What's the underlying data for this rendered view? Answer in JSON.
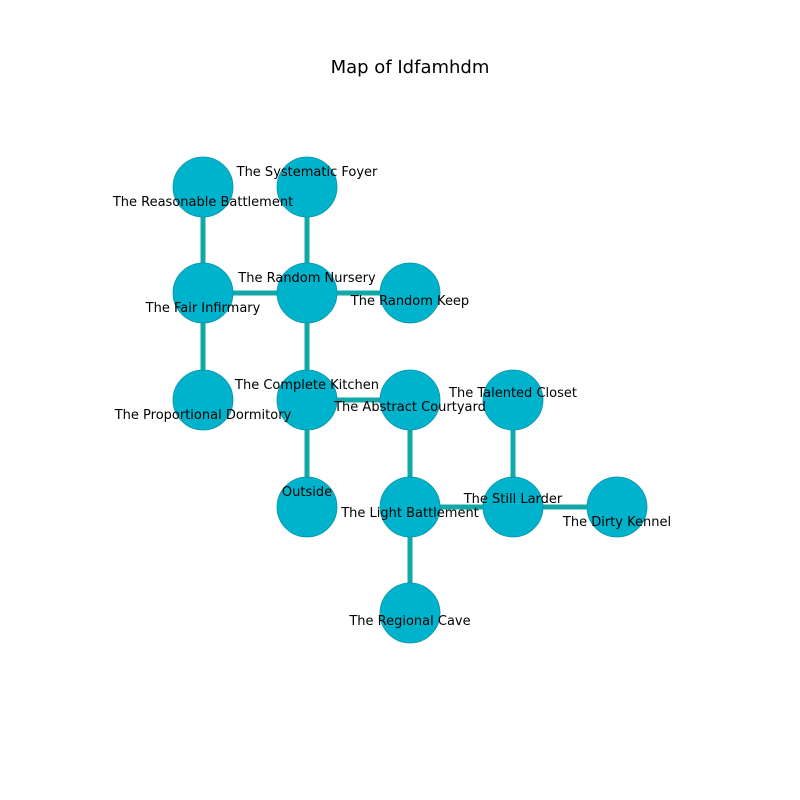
{
  "title": "Map of Idfamhdm",
  "colors": {
    "node_fill": "#00b3cc",
    "node_stroke": "#0a93a8",
    "edge": "#11a8a8",
    "text": "#000000",
    "background": "#ffffff"
  },
  "rooms": [
    {
      "id": "reasonable-battlement",
      "label": "The Reasonable Battlement"
    },
    {
      "id": "systematic-foyer",
      "label": "The Systematic Foyer"
    },
    {
      "id": "fair-infirmary",
      "label": "The Fair Infirmary"
    },
    {
      "id": "random-nursery",
      "label": "The Random Nursery"
    },
    {
      "id": "random-keep",
      "label": "The Random Keep"
    },
    {
      "id": "proportional-dormitory",
      "label": "The Proportional Dormitory"
    },
    {
      "id": "complete-kitchen",
      "label": "The Complete Kitchen"
    },
    {
      "id": "abstract-courtyard",
      "label": "The Abstract Courtyard"
    },
    {
      "id": "talented-closet",
      "label": "The Talented Closet"
    },
    {
      "id": "outside",
      "label": "Outside"
    },
    {
      "id": "light-battlement",
      "label": "The Light Battlement"
    },
    {
      "id": "still-larder",
      "label": "The Still Larder"
    },
    {
      "id": "dirty-kennel",
      "label": "The Dirty Kennel"
    },
    {
      "id": "regional-cave",
      "label": "The Regional Cave"
    }
  ],
  "connections": [
    [
      "reasonable-battlement",
      "fair-infirmary"
    ],
    [
      "systematic-foyer",
      "random-nursery"
    ],
    [
      "fair-infirmary",
      "random-nursery"
    ],
    [
      "fair-infirmary",
      "proportional-dormitory"
    ],
    [
      "random-nursery",
      "random-keep"
    ],
    [
      "random-nursery",
      "complete-kitchen"
    ],
    [
      "complete-kitchen",
      "abstract-courtyard"
    ],
    [
      "complete-kitchen",
      "outside"
    ],
    [
      "abstract-courtyard",
      "light-battlement"
    ],
    [
      "talented-closet",
      "still-larder"
    ],
    [
      "light-battlement",
      "still-larder"
    ],
    [
      "light-battlement",
      "regional-cave"
    ],
    [
      "still-larder",
      "dirty-kennel"
    ]
  ]
}
